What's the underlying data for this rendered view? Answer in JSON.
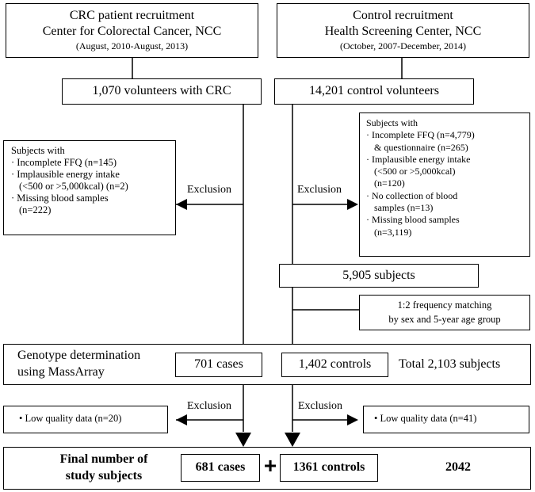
{
  "header_left": {
    "title": "CRC patient recruitment",
    "subtitle": "Center for Colorectal Cancer, NCC",
    "period": "(August, 2010-August, 2013)"
  },
  "header_right": {
    "title": "Control recruitment",
    "subtitle": "Health Screening Center, NCC",
    "period": "(October, 2007-December, 2014)"
  },
  "cases_volunteers": "1,070 volunteers with CRC",
  "control_volunteers": "14,201 control volunteers",
  "left_exclusion": {
    "label": "Exclusion",
    "heading": "Subjects with",
    "items": [
      "· Incomplete FFQ (n=145)",
      "· Implausible energy intake",
      "(<500 or >5,000kcal) (n=2)",
      "· Missing blood samples",
      "(n=222)"
    ]
  },
  "right_exclusion": {
    "label": "Exclusion",
    "heading": "Subjects with",
    "items": [
      "· Incomplete FFQ (n=4,779)",
      "& questionnaire (n=265)",
      "· Implausible energy intake",
      "(<500 or >5,000kcal)",
      "(n=120)",
      "· No collection of blood",
      "samples (n=13)",
      "· Missing blood samples",
      "(n=3,119)"
    ]
  },
  "subjects_5905": "5,905 subjects",
  "matching": {
    "line1": "1:2 frequency matching",
    "line2": "by sex and 5-year age group"
  },
  "genotype": {
    "line1": "Genotype determination",
    "line2": "using MassArray",
    "cases": "701 cases",
    "controls": "1,402 controls",
    "total": "Total 2,103 subjects"
  },
  "low_quality_left": {
    "label": "Exclusion",
    "text": "•    Low quality data  (n=20)"
  },
  "low_quality_right": {
    "label": "Exclusion",
    "text": "•    Low quality data  (n=41)"
  },
  "final": {
    "line1": "Final number of",
    "line2": "study subjects",
    "cases": "681 cases",
    "plus": "+",
    "controls": "1361 controls",
    "total": "2042"
  }
}
